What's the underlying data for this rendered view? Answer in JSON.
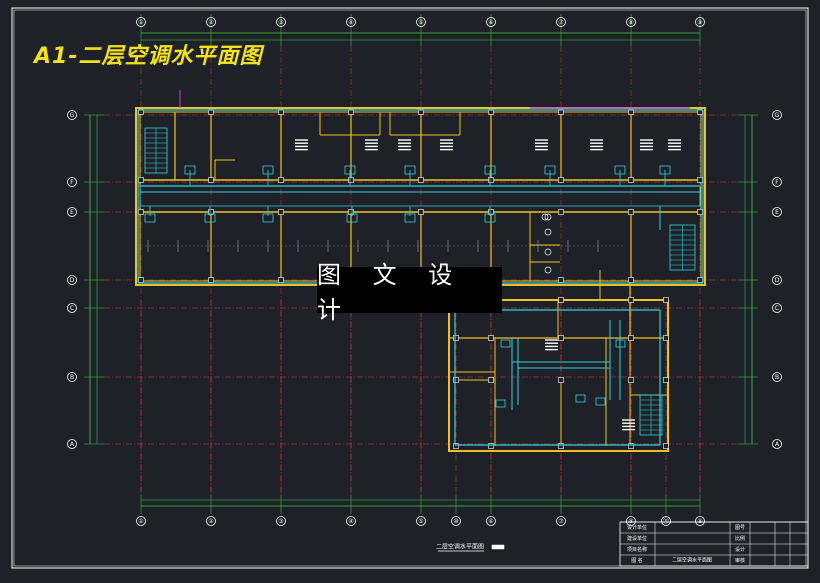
{
  "drawing_title": "A1-二层空调水平面图",
  "watermark": "图 文 设 计",
  "grid_cols": [
    "①",
    "②",
    "③",
    "④",
    "⑤",
    "⑥",
    "⑦",
    "⑧",
    "⑨"
  ],
  "grid_cols_bottom": [
    "①",
    "②",
    "③",
    "④",
    "⑤",
    "⑩",
    "⑥",
    "⑦",
    "⑧",
    "⑪",
    "⑨"
  ],
  "grid_rows_left": [
    "G",
    "F",
    "E",
    "D",
    "C",
    "B",
    "A"
  ],
  "grid_rows_right": [
    "G",
    "F",
    "E",
    "D",
    "C",
    "B",
    "A"
  ],
  "plan_caption": "二层空调水平面图",
  "title_block": {
    "cells_left": [
      "设计单位",
      "建设单位",
      "项目名称",
      "图 名"
    ],
    "cells_mid": [
      "图号",
      "比例",
      "设计",
      "审核"
    ],
    "drawing_name": "二层空调水平面图"
  },
  "colors": {
    "background": "#1e2228",
    "frame": "#ffffff",
    "grid_axis": "#e23030",
    "dimension": "#3bd13b",
    "wall": "#f0c020",
    "pipe": "#33d0e0",
    "text_white": "#ffffff",
    "title": "#f2e21a"
  }
}
